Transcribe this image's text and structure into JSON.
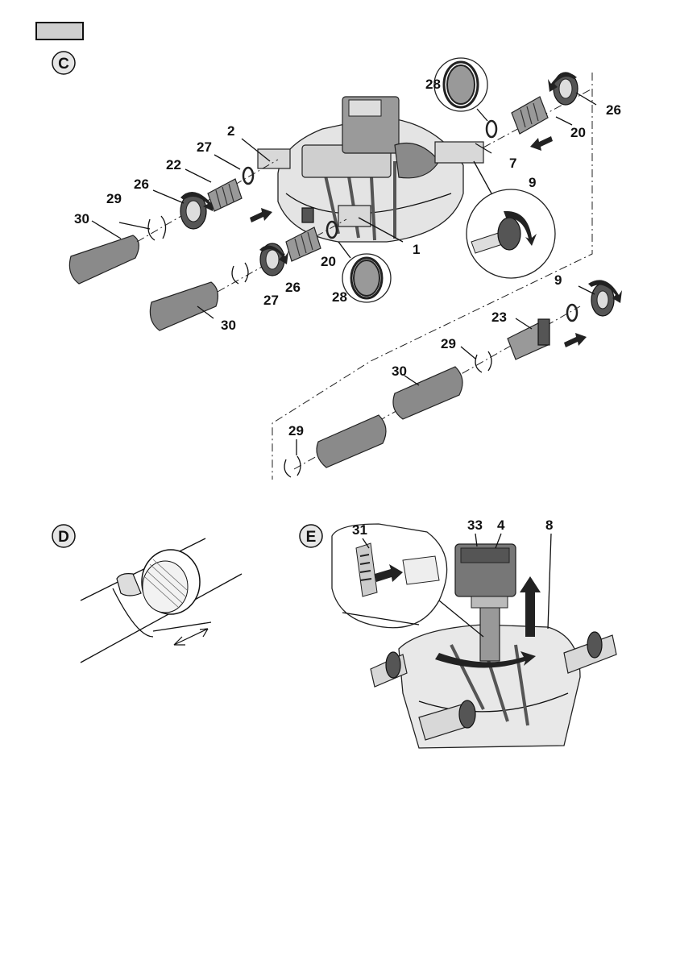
{
  "sections": {
    "c": "C",
    "d": "D",
    "e": "E"
  },
  "callouts_c": {
    "n30a": "30",
    "n29a": "29",
    "n26a": "26",
    "n22": "22",
    "n27a": "27",
    "n2": "2",
    "n20a": "20",
    "n1": "1",
    "n27b": "27",
    "n26b": "26",
    "n28b": "28",
    "n30b": "30",
    "n28a": "28",
    "n26c": "26",
    "n20b": "20",
    "n7": "7",
    "n9a": "9",
    "n9b": "9",
    "n23": "23",
    "n29b": "29",
    "n30c": "30",
    "n29c": "29"
  },
  "callouts_e": {
    "n31": "31",
    "n33": "33",
    "n4": "4",
    "n8": "8"
  },
  "icons": [
    "circular-arrow-icon",
    "push-arrow-icon",
    "up-arrow-icon",
    "double-arrow-dimension-icon"
  ]
}
